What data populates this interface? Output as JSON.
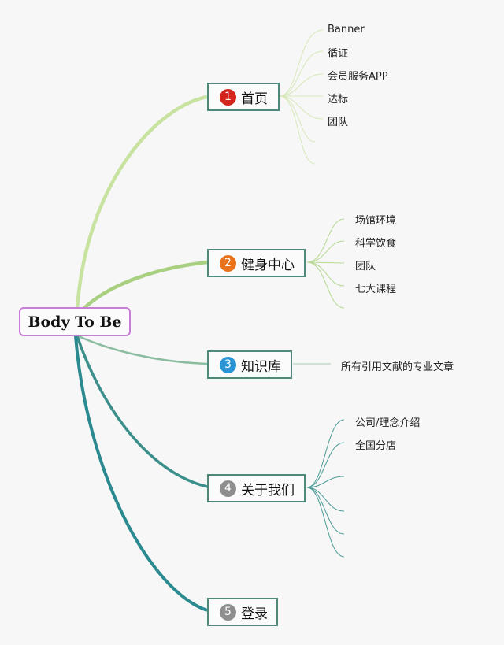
{
  "root": {
    "label": "Body To Be"
  },
  "branches": [
    {
      "number": "1",
      "label": "首页",
      "badge_color": "#d4251c",
      "items": [
        "Banner",
        "循证",
        "会员服务APP",
        "达标",
        "团队"
      ]
    },
    {
      "number": "2",
      "label": "健身中心",
      "badge_color": "#e8731c",
      "items": [
        "场馆环境",
        "科学饮食",
        "团队",
        "七大课程"
      ]
    },
    {
      "number": "3",
      "label": "知识库",
      "badge_color": "#2a95d5",
      "items": [
        "所有引用文献的专业文章"
      ]
    },
    {
      "number": "4",
      "label": "关于我们",
      "badge_color": "#8e8e8e",
      "items": [
        "公司/理念介绍",
        "全国分店"
      ]
    },
    {
      "number": "5",
      "label": "登录",
      "badge_color": "#8e8e8e",
      "items": []
    }
  ],
  "colors": {
    "branch_1": "#c3e09a",
    "branch_2": "#a6cf7a",
    "branch_3": "#84b79a",
    "branch_4": "#3a8f8c",
    "branch_5": "#2b8a8f",
    "root_border": "#c77fd6",
    "node_border": "#4d8a7c"
  }
}
